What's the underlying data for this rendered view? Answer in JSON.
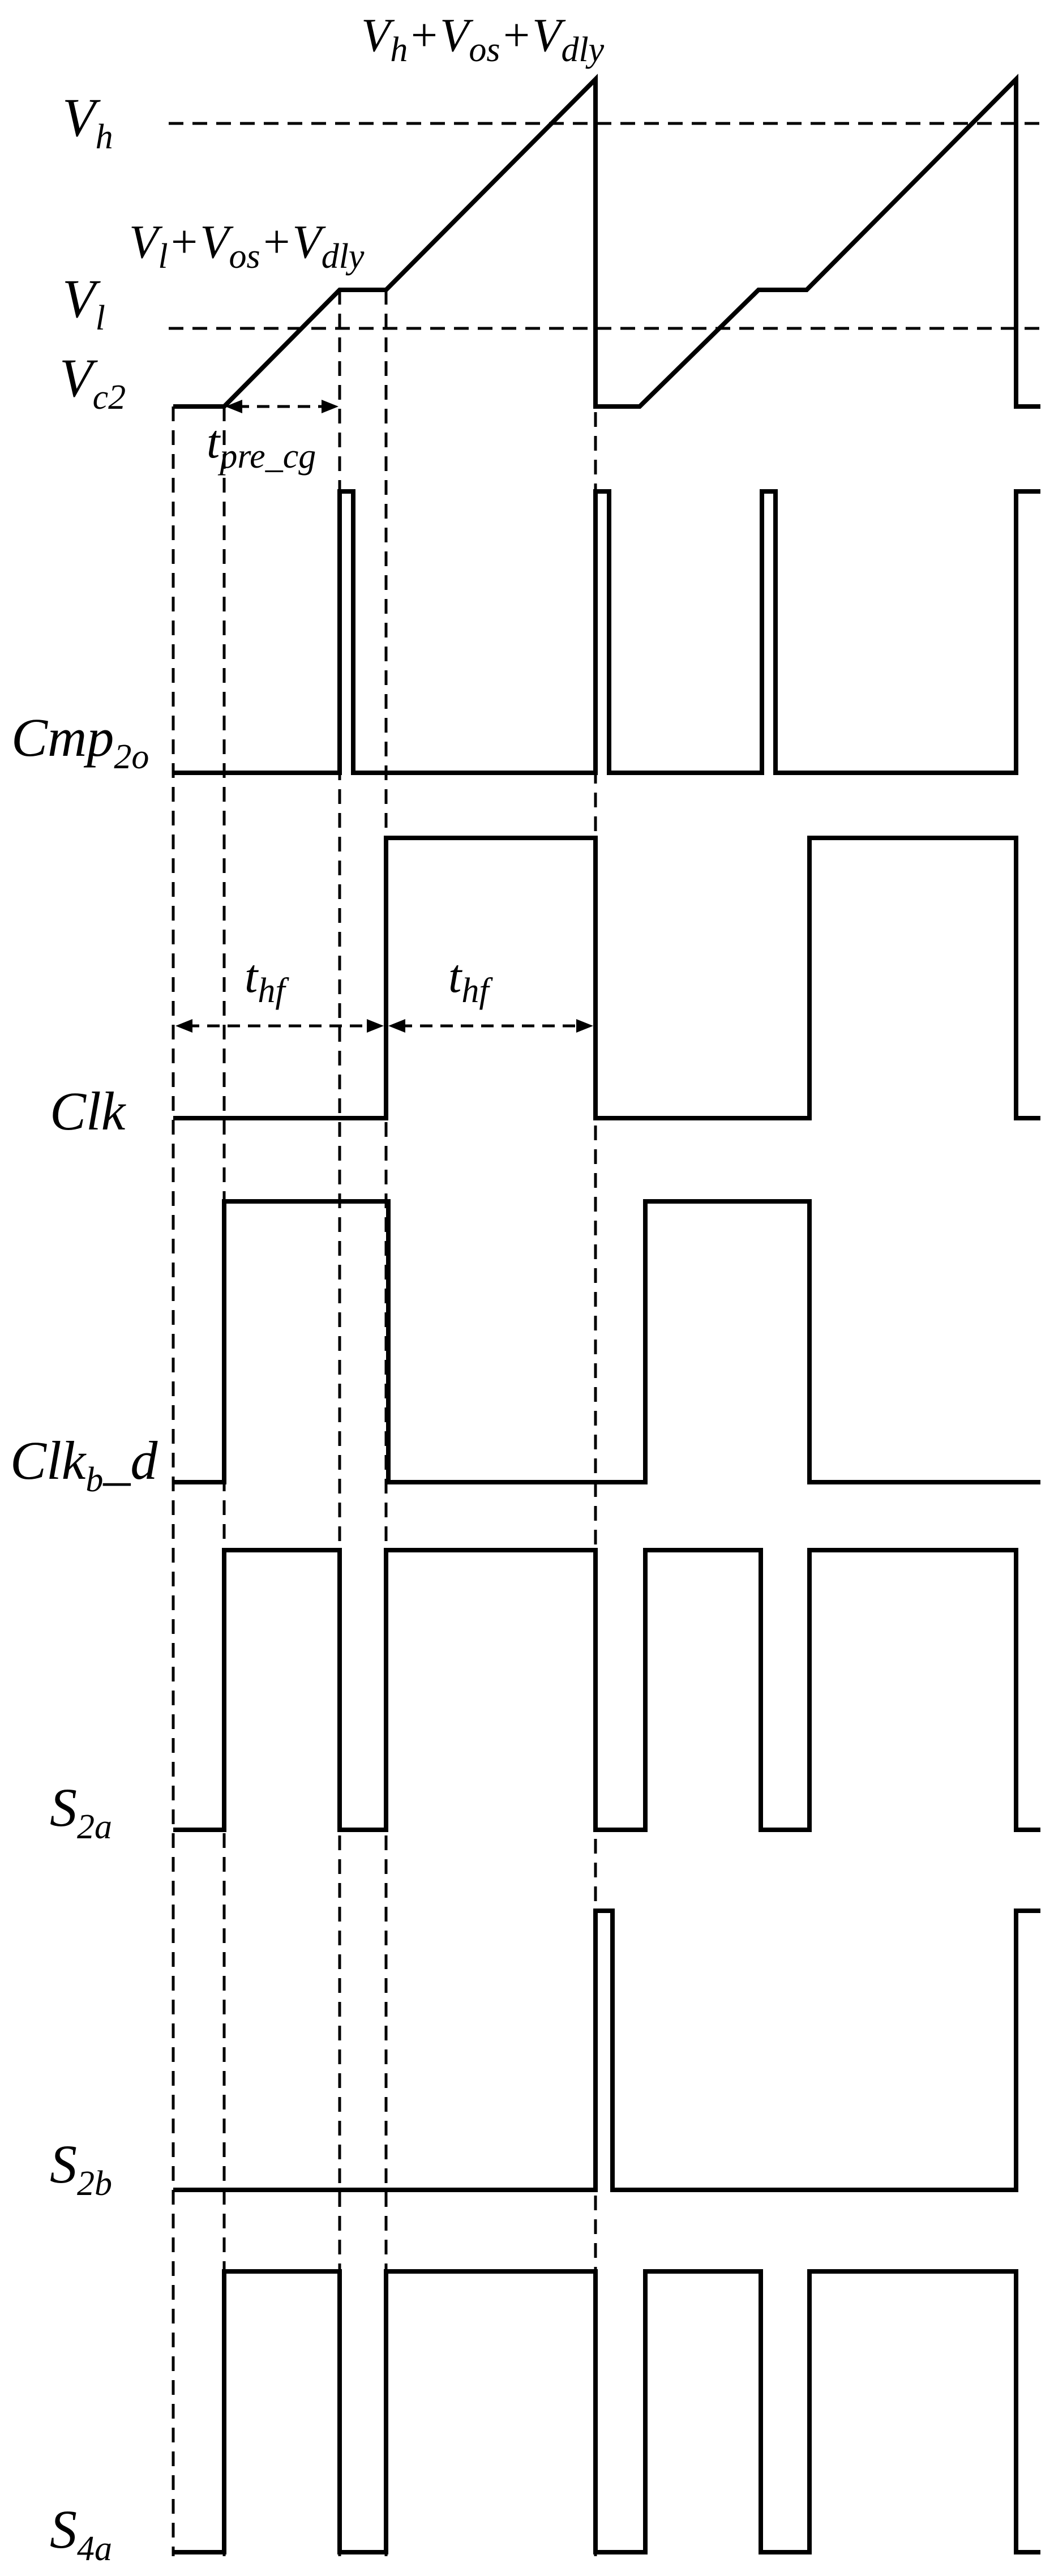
{
  "signals": {
    "vc2": {
      "main": "V",
      "sub": "c2"
    },
    "cmp2o": {
      "main": "Cmp",
      "sub": "2o"
    },
    "clk": {
      "main": "Clk"
    },
    "clkbd": {
      "main": "Clk",
      "sub": "b",
      "tail": "_d"
    },
    "s2a": {
      "main": "S",
      "sub": "2a"
    },
    "s2b": {
      "main": "S",
      "sub": "2b"
    },
    "s4a": {
      "main": "S",
      "sub": "4a"
    }
  },
  "levels": {
    "vh": {
      "main": "V",
      "sub": "h"
    },
    "vl": {
      "main": "V",
      "sub": "l"
    }
  },
  "annotations": {
    "peak": {
      "v1": "V",
      "s1": "h",
      "plus1": "+",
      "v2": "V",
      "s2": "os",
      "plus2": "+",
      "v3": "V",
      "s3": "dly"
    },
    "plateau": {
      "v1": "V",
      "s1": "l",
      "plus1": "+",
      "v2": "V",
      "s2": "os",
      "plus2": "+",
      "v3": "V",
      "s3": "dly"
    },
    "tpre": {
      "main": "t",
      "sub": "pre_cg"
    },
    "thf1": {
      "main": "t",
      "sub": "hf"
    },
    "thf2": {
      "main": "t",
      "sub": "hf"
    }
  }
}
